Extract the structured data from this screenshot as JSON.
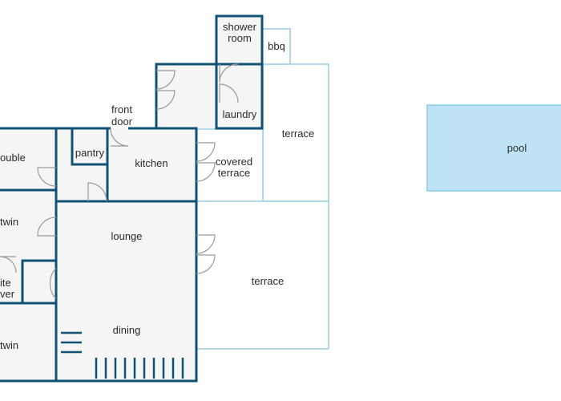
{
  "rooms": {
    "double": "ouble",
    "pantry": "pantry",
    "kitchen": "kitchen",
    "front_door_line1": "front",
    "front_door_line2": "door",
    "shower_line1": "shower",
    "shower_line2": "room",
    "bbq": "bbq",
    "laundry": "laundry",
    "terrace_upper": "terrace",
    "covered_terrace_line1": "covered",
    "covered_terrace_line2": "terrace",
    "lounge": "lounge",
    "terrace_lower": "terrace",
    "twin_upper": "twin",
    "ensuite_line1": "ite",
    "ensuite_line2": "ver",
    "dining": "dining",
    "twin_lower": "twin",
    "pool": "pool"
  },
  "colors": {
    "wall": "#0f5275",
    "floor": "#f5f5f5",
    "outdoor_outline": "#9fd0e6",
    "pool_fill": "#bfe3f5"
  }
}
